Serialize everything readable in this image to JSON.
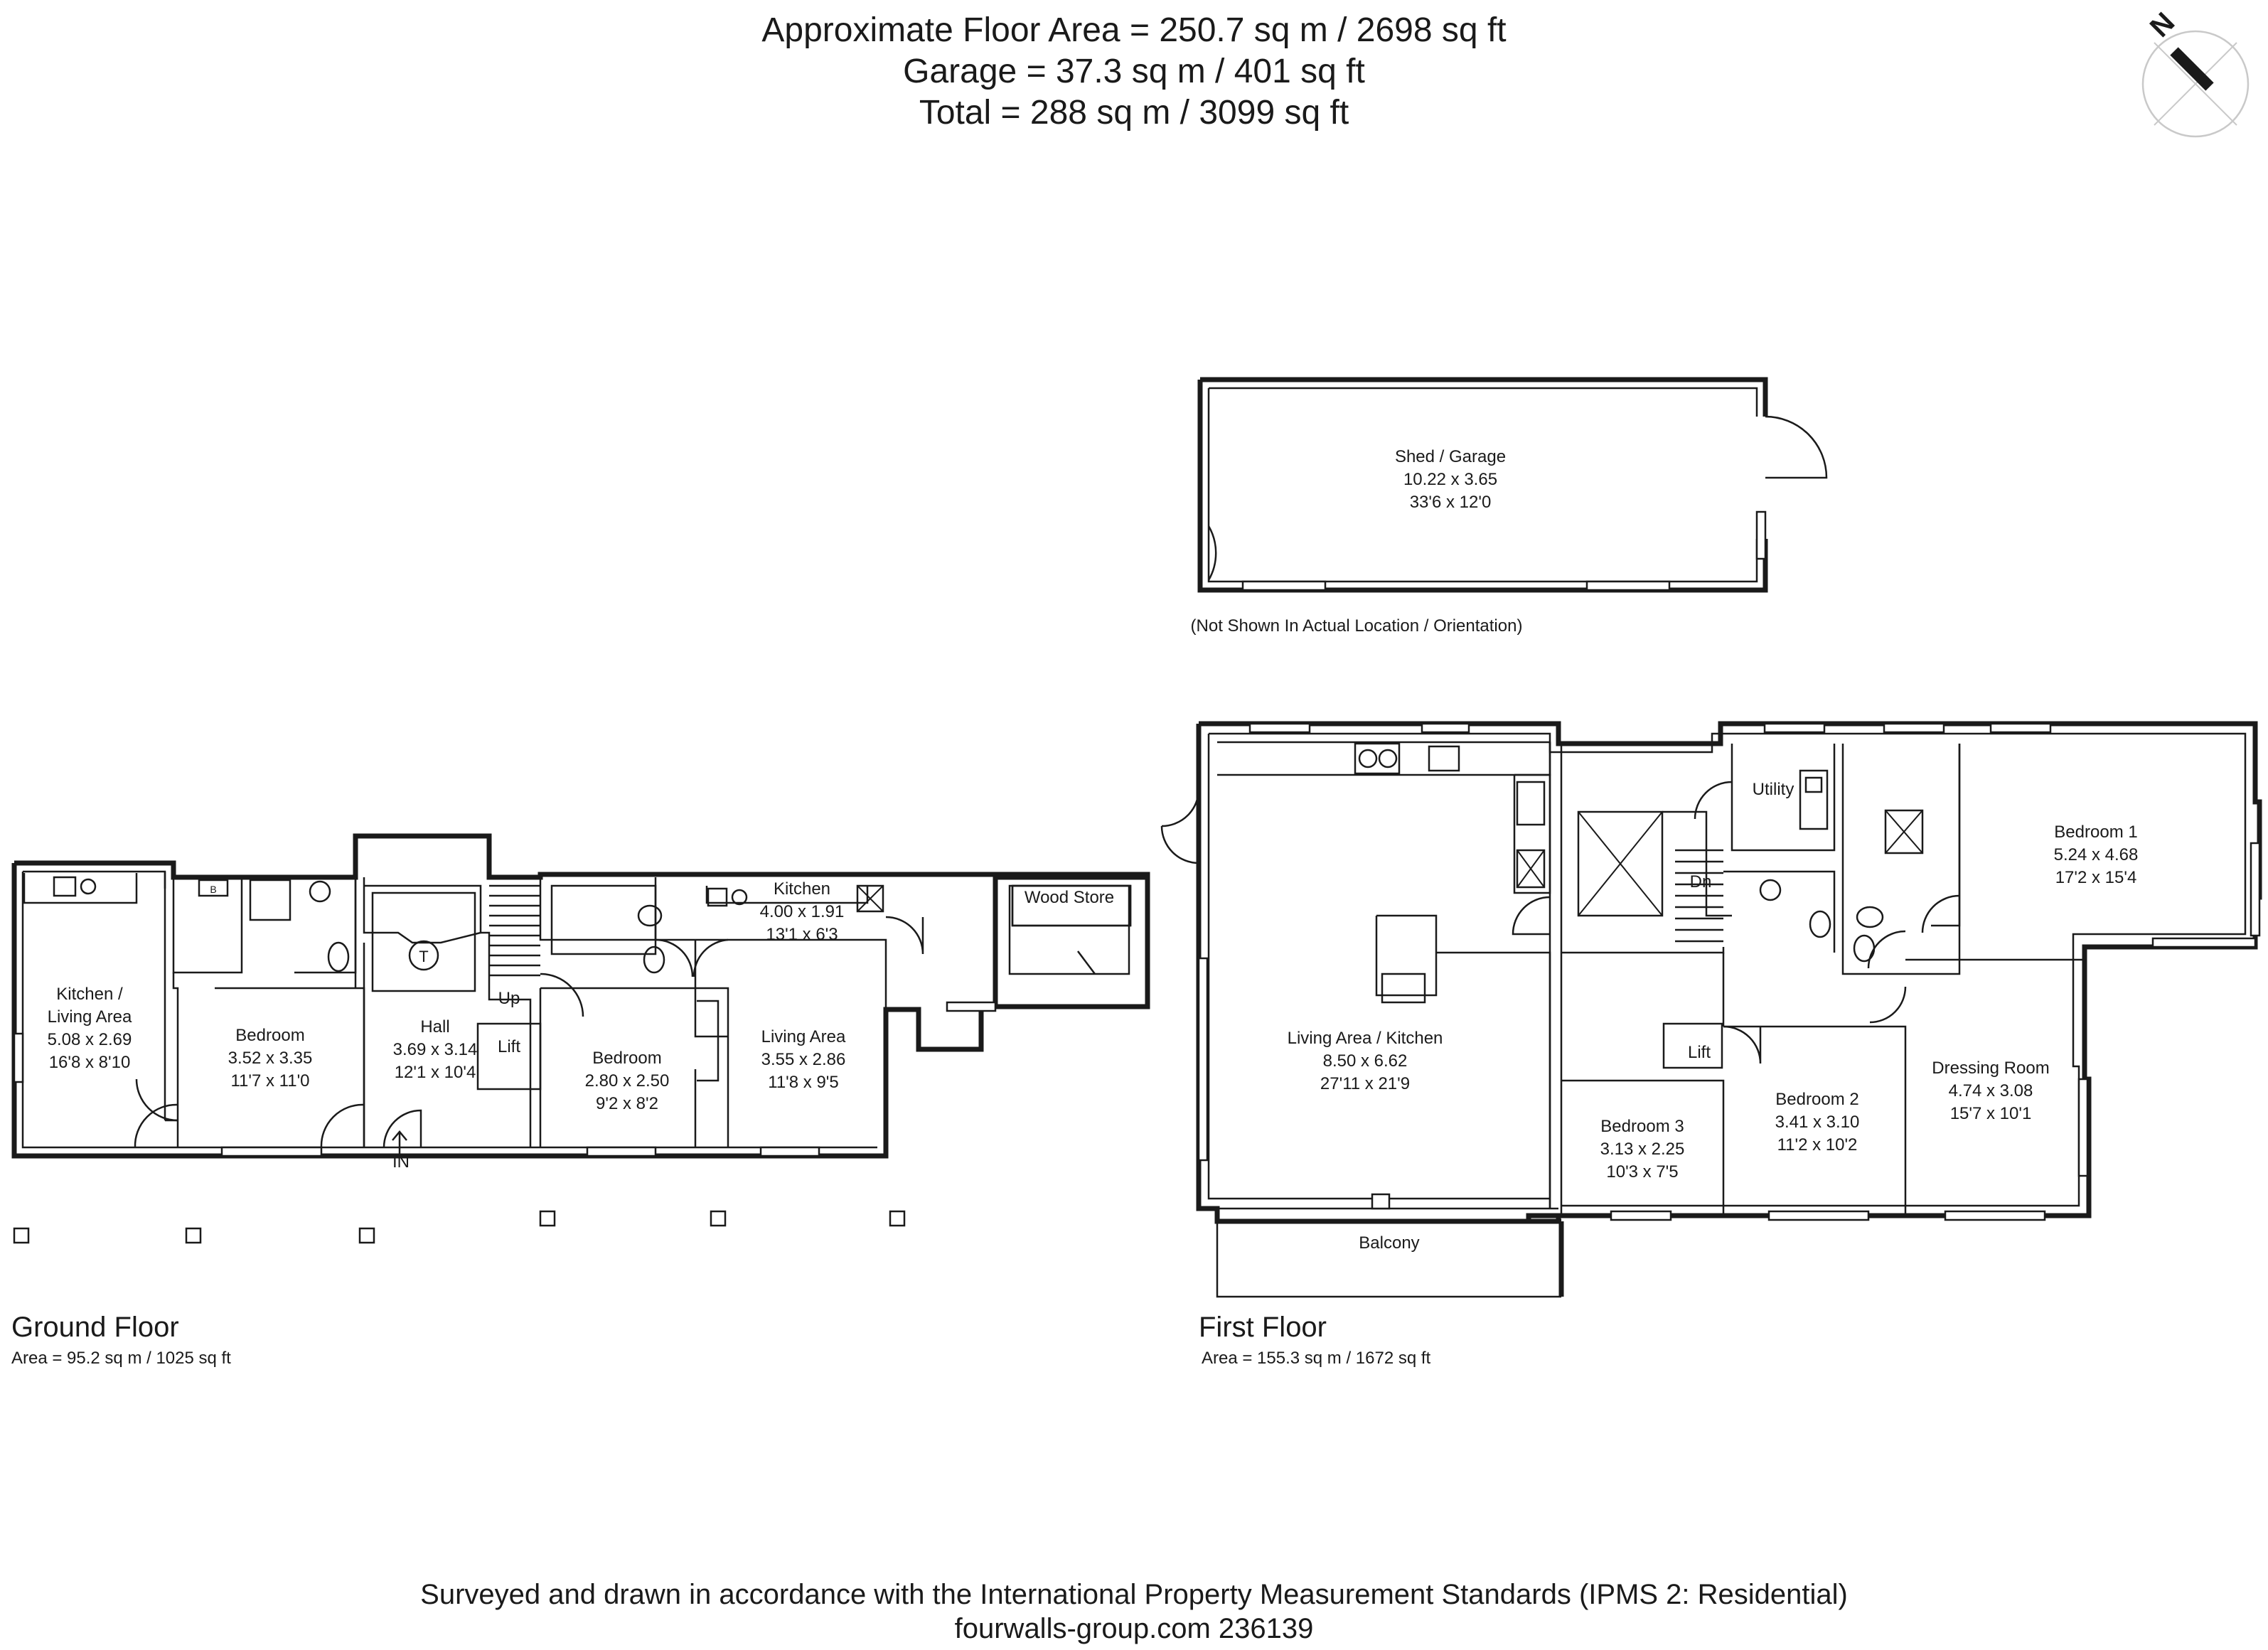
{
  "header": {
    "line1": "Approximate Floor Area = 250.7 sq m / 2698 sq ft",
    "line2": "Garage = 37.3 sq m / 401 sq ft",
    "line3": "Total = 288 sq m / 3099 sq ft"
  },
  "compass": {
    "label": "N"
  },
  "garage": {
    "name": "Shed / Garage",
    "metric": "10.22 x 3.65",
    "imperial": "33'6 x 12'0",
    "note": "(Not Shown In Actual Location / Orientation)"
  },
  "ground_floor": {
    "title": "Ground Floor",
    "area": "Area = 95.2 sq m / 1025 sq ft",
    "entrance": "IN",
    "stairs": "Up",
    "lift": "Lift",
    "wood_store": "Wood Store",
    "rooms": {
      "kitchen_living": {
        "name1": "Kitchen /",
        "name2": "Living Area",
        "metric": "5.08 x 2.69",
        "imperial": "16'8 x 8'10"
      },
      "bedroom_a": {
        "name": "Bedroom",
        "metric": "3.52 x 3.35",
        "imperial": "11'7 x 11'0"
      },
      "hall": {
        "name": "Hall",
        "metric": "3.69 x 3.14",
        "imperial": "12'1 x 10'4"
      },
      "bedroom_b": {
        "name": "Bedroom",
        "metric": "2.80 x 2.50",
        "imperial": "9'2 x 8'2"
      },
      "kitchen": {
        "name": "Kitchen",
        "metric": "4.00 x 1.91",
        "imperial": "13'1 x 6'3"
      },
      "living_area": {
        "name": "Living Area",
        "metric": "3.55 x 2.86",
        "imperial": "11'8 x 9'5"
      }
    }
  },
  "first_floor": {
    "title": "First Floor",
    "area": "Area = 155.3 sq m / 1672 sq ft",
    "stairs": "Dn",
    "lift": "Lift",
    "utility": "Utility",
    "balcony": "Balcony",
    "rooms": {
      "living_kitchen": {
        "name": "Living Area / Kitchen",
        "metric": "8.50 x 6.62",
        "imperial": "27'11 x 21'9"
      },
      "bedroom_1": {
        "name": "Bedroom 1",
        "metric": "5.24 x 4.68",
        "imperial": "17'2 x 15'4"
      },
      "bedroom_2": {
        "name": "Bedroom 2",
        "metric": "3.41 x 3.10",
        "imperial": "11'2 x 10'2"
      },
      "bedroom_3": {
        "name": "Bedroom 3",
        "metric": "3.13 x 2.25",
        "imperial": "10'3 x 7'5"
      },
      "dressing_room": {
        "name": "Dressing Room",
        "metric": "4.74 x 3.08",
        "imperial": "15'7 x 10'1"
      }
    }
  },
  "footer": {
    "line1": "Surveyed and drawn in accordance with the International Property Measurement Standards (IPMS 2: Residential)",
    "line2": "fourwalls-group.com 236139"
  }
}
